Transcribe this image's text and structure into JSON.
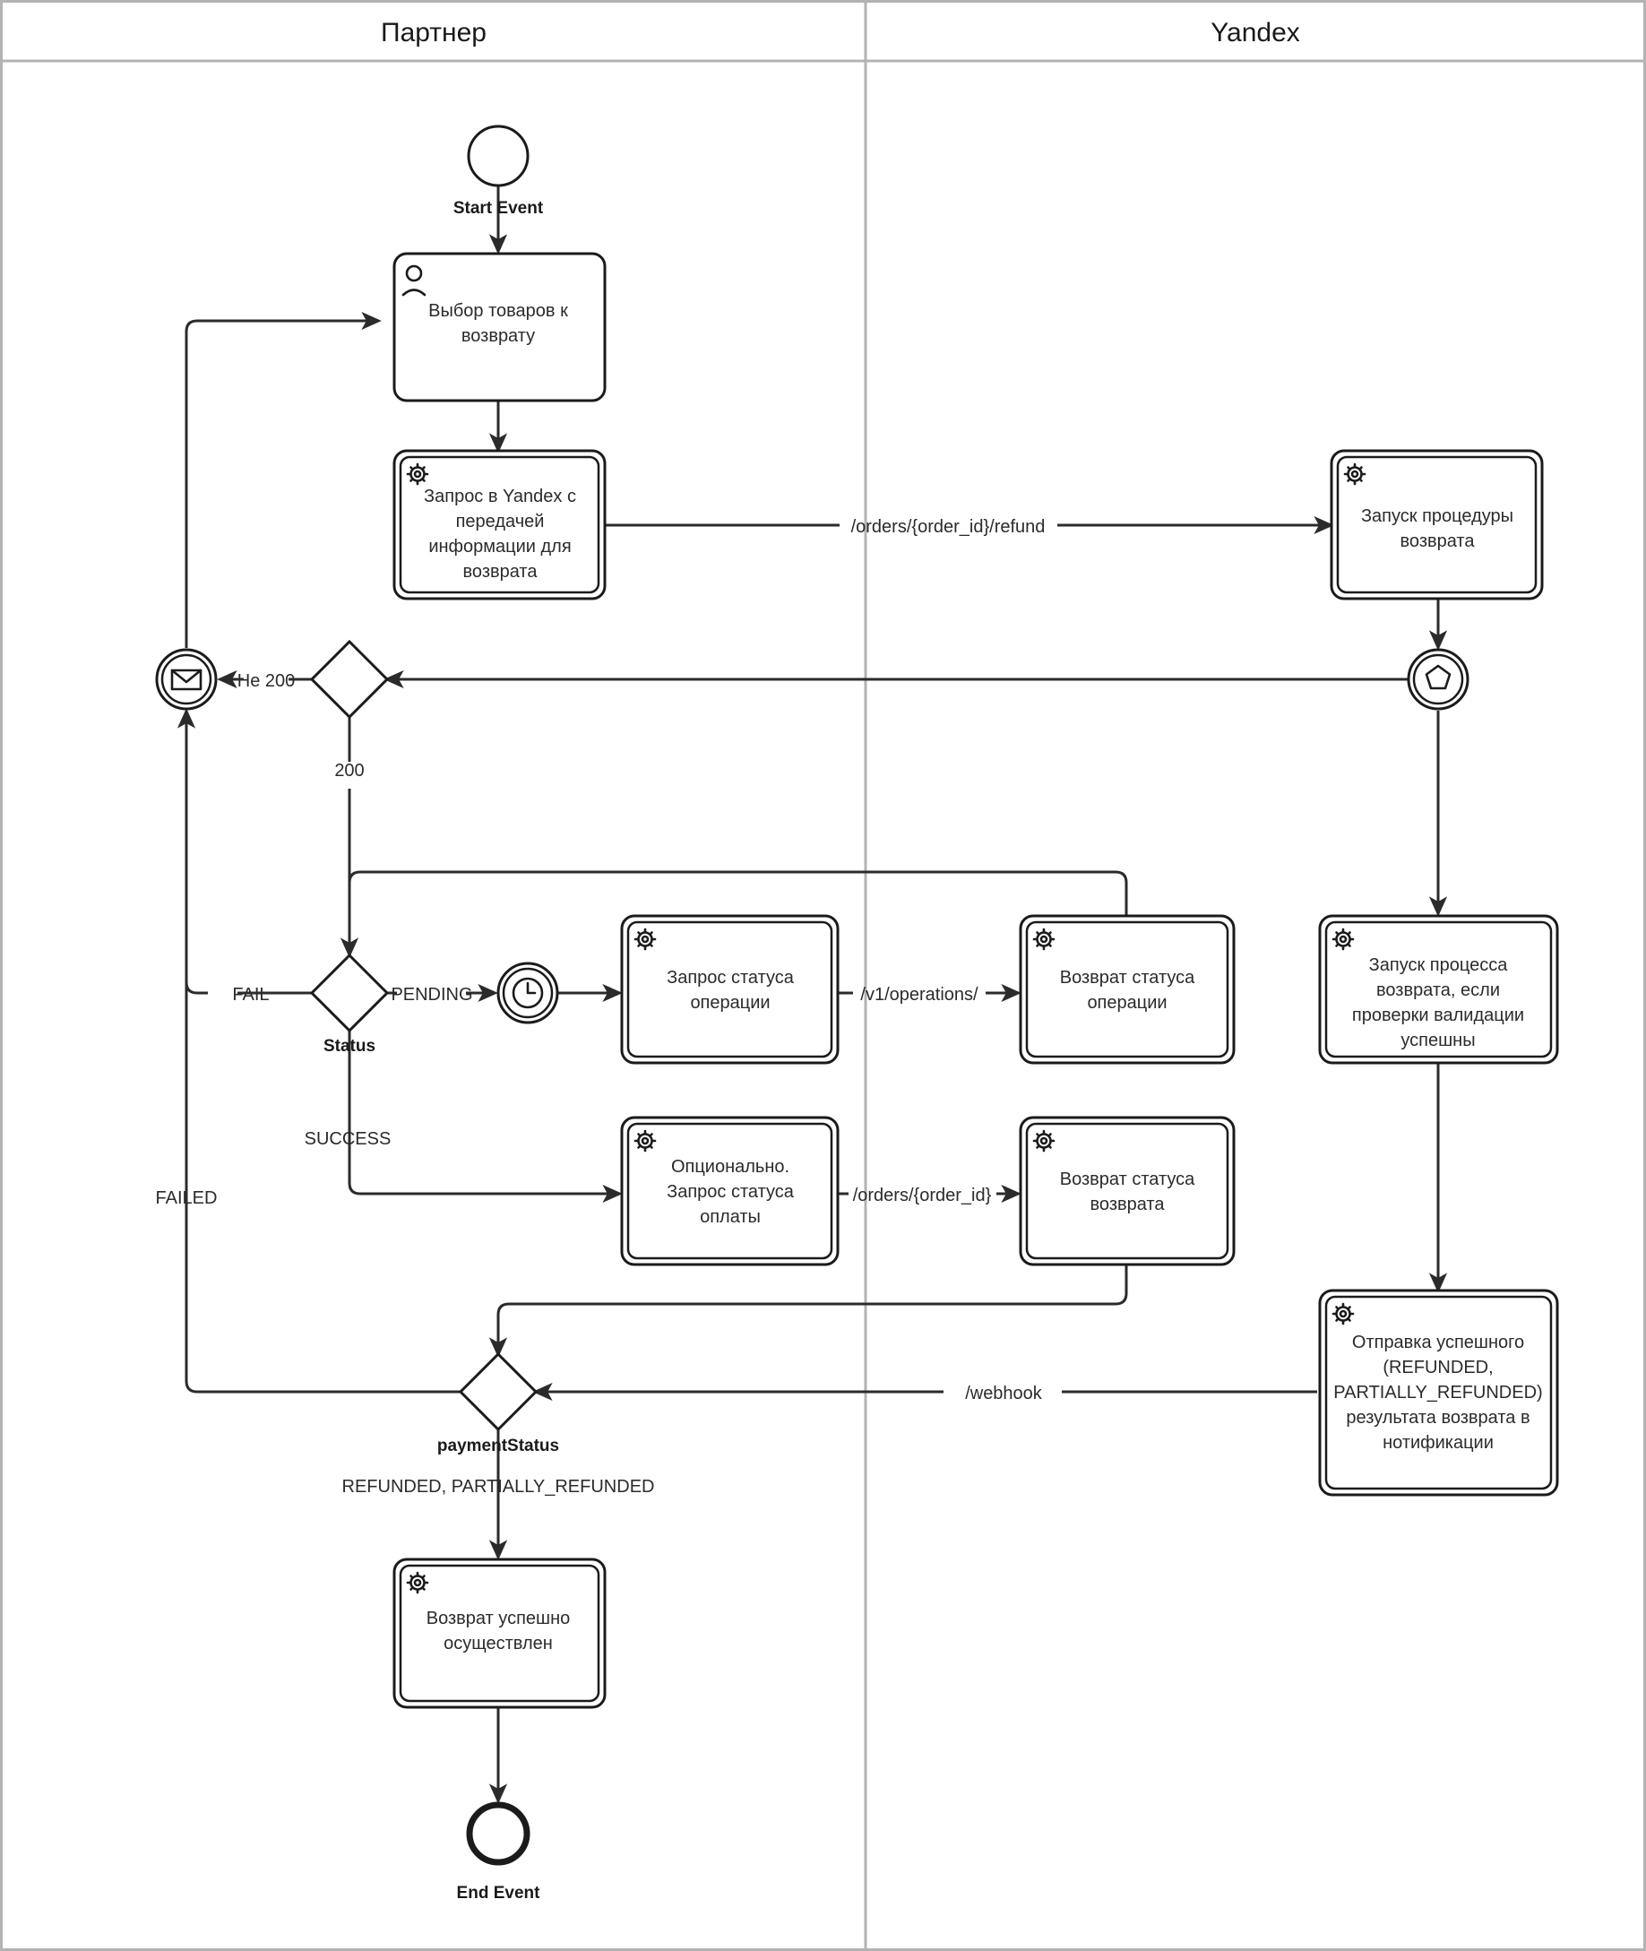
{
  "diagram": {
    "type": "bpmn-collaboration",
    "title_partner": "Партнер",
    "title_yandex": "Yandex",
    "colors": {
      "stroke": "#1b1b1b",
      "flow": "#2b2b2b",
      "lane_border": "#b3b3b3",
      "background": "#ffffff",
      "text": "#2b2b2b"
    }
  },
  "lanes": [
    {
      "id": "partner",
      "label": "Партнер"
    },
    {
      "id": "yandex",
      "label": "Yandex"
    }
  ],
  "events": {
    "start": {
      "label": "Start Event",
      "icon": "start-event-circle"
    },
    "end": {
      "label": "End Event",
      "icon": "end-event-circle"
    },
    "message": {
      "label": "",
      "icon": "message-envelope-icon"
    },
    "timer": {
      "label": "",
      "icon": "timer-clock-icon"
    },
    "multiple": {
      "label": "",
      "icon": "multiple-pentagon-icon"
    }
  },
  "tasks": [
    {
      "id": "select-goods",
      "lane": "partner",
      "icon": "user-icon",
      "kind": "user-task",
      "lines": [
        "Выбор товаров к",
        "возврату"
      ]
    },
    {
      "id": "request-yandex",
      "lane": "partner",
      "icon": "gear-icon",
      "kind": "call-activity",
      "lines": [
        "Запрос в Yandex с",
        "передачей",
        "информации для",
        "возврата"
      ]
    },
    {
      "id": "start-refund-procedure",
      "lane": "yandex",
      "icon": "gear-icon",
      "kind": "call-activity",
      "lines": [
        "Запуск процедуры",
        "возврата"
      ]
    },
    {
      "id": "request-operation-status",
      "lane": "partner",
      "icon": "gear-icon",
      "kind": "call-activity",
      "lines": [
        "Запрос статуса",
        "операции"
      ]
    },
    {
      "id": "return-operation-status",
      "lane": "yandex",
      "icon": "gear-icon",
      "kind": "call-activity",
      "lines": [
        "Возврат статуса",
        "операции"
      ]
    },
    {
      "id": "optional-payment-status",
      "lane": "partner",
      "icon": "gear-icon",
      "kind": "call-activity",
      "lines": [
        "Опционально.",
        "Запрос статуса",
        "оплаты"
      ]
    },
    {
      "id": "return-refund-status",
      "lane": "yandex",
      "icon": "gear-icon",
      "kind": "call-activity",
      "lines": [
        "Возврат статуса",
        "возврата"
      ]
    },
    {
      "id": "start-refund-if-valid",
      "lane": "yandex",
      "icon": "gear-icon",
      "kind": "call-activity",
      "lines": [
        "Запуск процесса",
        "возврата, если",
        "проверки валидации",
        "успешны"
      ]
    },
    {
      "id": "send-success-notification",
      "lane": "yandex",
      "icon": "gear-icon",
      "kind": "call-activity",
      "lines": [
        "Отправка успешного",
        "(REFUNDED,",
        "PARTIALLY_REFUNDED)",
        "результата возврата в",
        "нотификации"
      ]
    },
    {
      "id": "refund-completed",
      "lane": "partner",
      "icon": "gear-icon",
      "kind": "call-activity",
      "lines": [
        "Возврат успешно",
        "осуществлен"
      ]
    }
  ],
  "gateways": [
    {
      "id": "http-code-gateway",
      "label": ""
    },
    {
      "id": "status-gateway",
      "label": "Status"
    },
    {
      "id": "payment-status-gateway",
      "label": "paymentStatus"
    }
  ],
  "edge_labels": {
    "refund_endpoint": "/orders/{order_id}/refund",
    "not_200": "Не 200",
    "code_200": "200",
    "fail": "FAIL",
    "pending": "PENDING",
    "success": "SUCCESS",
    "failed": "FAILED",
    "operations_endpoint": "/v1/operations/",
    "orders_endpoint": "/orders/{order_id}",
    "webhook_endpoint": "/webhook",
    "refunded_statuses": "REFUNDED, PARTIALLY_REFUNDED"
  }
}
